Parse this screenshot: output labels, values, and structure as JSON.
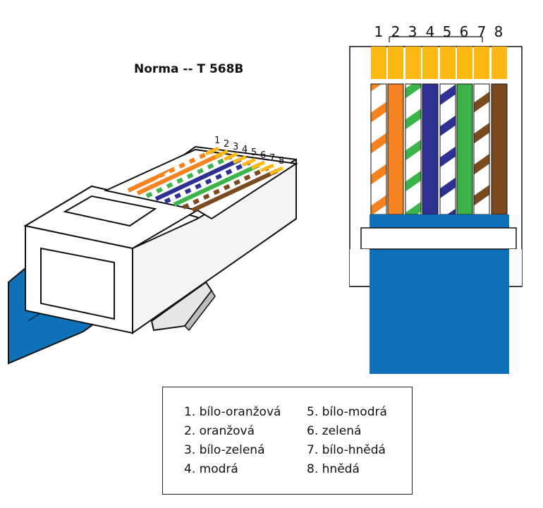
{
  "title": "Norma -- T 568B",
  "pin_numbers": [
    "1",
    "2",
    "3",
    "4",
    "5",
    "6",
    "7",
    "8"
  ],
  "colors": {
    "orange": "#f58220",
    "green": "#3cb44a",
    "blue": "#2e3192",
    "brown": "#7b4a1e",
    "gold": "#fdb913",
    "cable": "#0f72b9"
  },
  "wires": [
    {
      "pin": "1",
      "color": "orange",
      "striped": true
    },
    {
      "pin": "2",
      "color": "orange",
      "striped": false
    },
    {
      "pin": "3",
      "color": "green",
      "striped": true
    },
    {
      "pin": "4",
      "color": "blue",
      "striped": false
    },
    {
      "pin": "5",
      "color": "blue",
      "striped": true
    },
    {
      "pin": "6",
      "color": "green",
      "striped": false
    },
    {
      "pin": "7",
      "color": "brown",
      "striped": true
    },
    {
      "pin": "8",
      "color": "brown",
      "striped": false
    }
  ],
  "legend": [
    {
      "number": "1.",
      "label": "bílo-oranžová"
    },
    {
      "number": "2.",
      "label": "oranžová"
    },
    {
      "number": "3.",
      "label": "bílo-zelená"
    },
    {
      "number": "4.",
      "label": "modrá"
    },
    {
      "number": "5.",
      "label": "bílo-modrá"
    },
    {
      "number": "6.",
      "label": "zelená"
    },
    {
      "number": "7.",
      "label": "bílo-hnědá"
    },
    {
      "number": "8.",
      "label": "hnědá"
    }
  ]
}
